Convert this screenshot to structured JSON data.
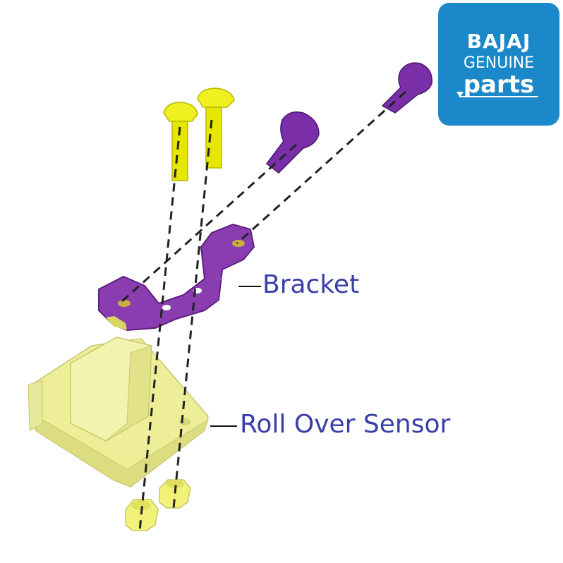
{
  "labels": {
    "bracket": "Bracket",
    "sensor": "Roll Over Sensor"
  },
  "logo": {
    "line1": "BAJAJ",
    "line2": "GENUINE",
    "line3": "parts",
    "color": "#1a88c9"
  },
  "parts": {
    "bolt_color": "#e6e600",
    "screw_color": "#7a2fa8",
    "sensor_color": "#eeee99",
    "bracket_color": "#8a3db0"
  }
}
